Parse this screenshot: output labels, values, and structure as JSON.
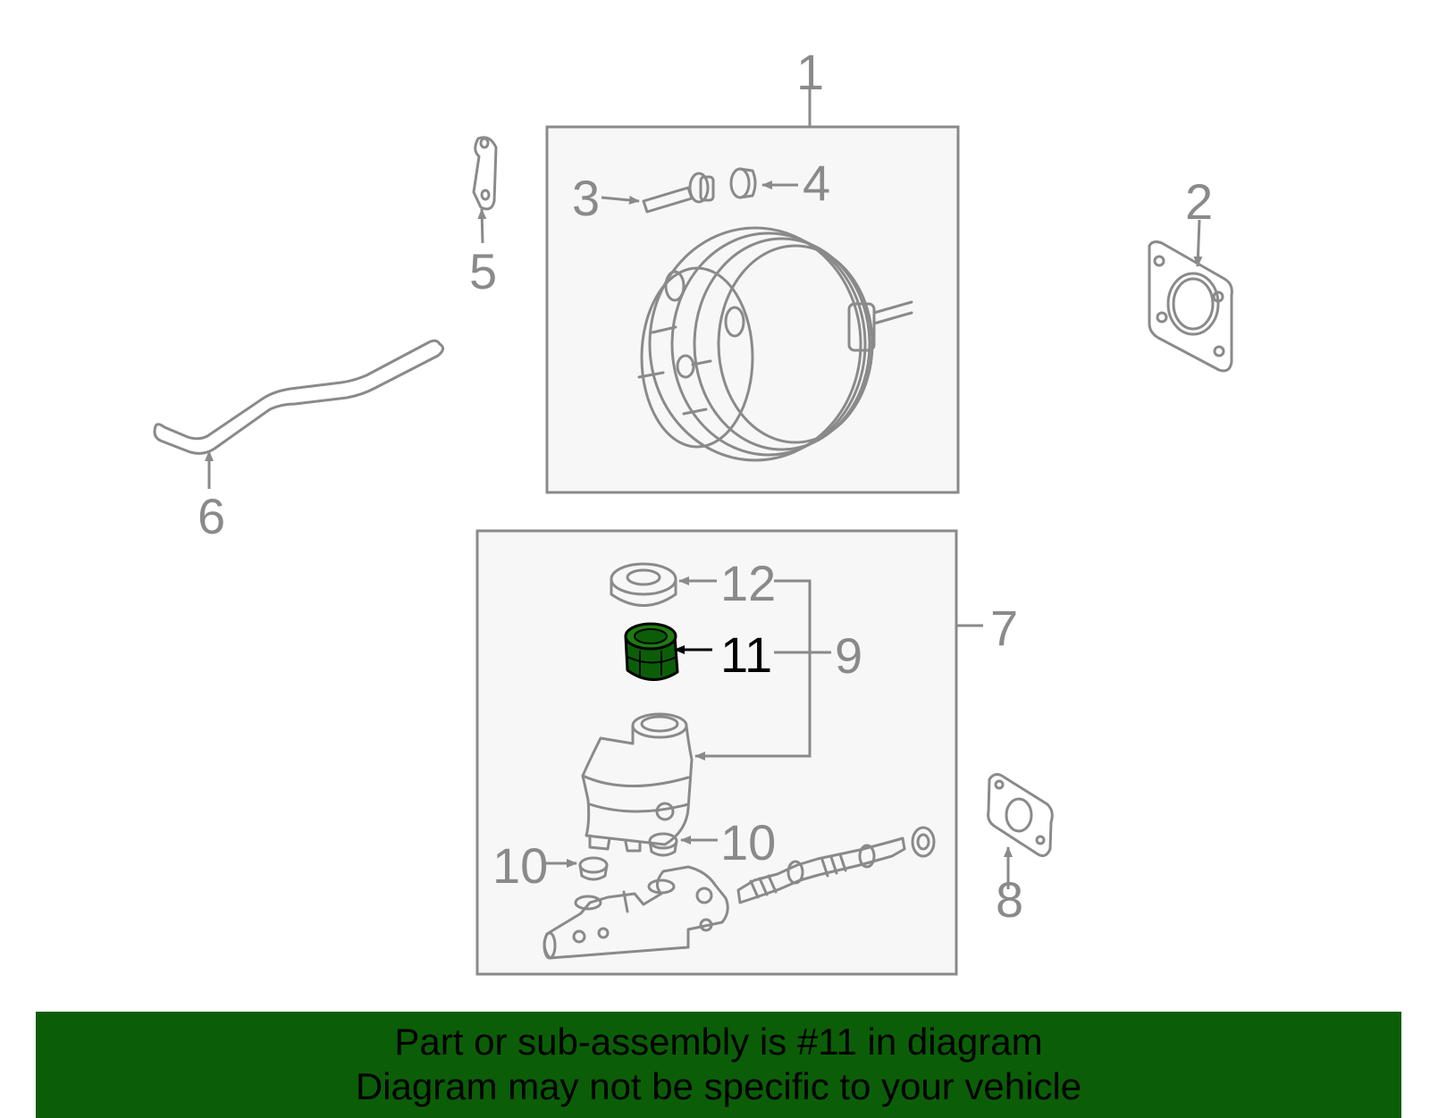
{
  "diagram": {
    "callouts": {
      "c1": "1",
      "c2": "2",
      "c3": "3",
      "c4": "4",
      "c5": "5",
      "c6": "6",
      "c7": "7",
      "c8": "8",
      "c9": "9",
      "c10a": "10",
      "c10b": "10",
      "c11": "11",
      "c12": "12"
    },
    "highlighted_part": "11",
    "colors": {
      "line": "#8a8a8a",
      "highlight": "#0b5e07",
      "banner": "#0b5e07",
      "box_fill": "#f7f7f7"
    }
  },
  "banner": {
    "line1": "Part or sub-assembly is #11 in diagram",
    "line2": "Diagram may not be specific to your vehicle"
  }
}
